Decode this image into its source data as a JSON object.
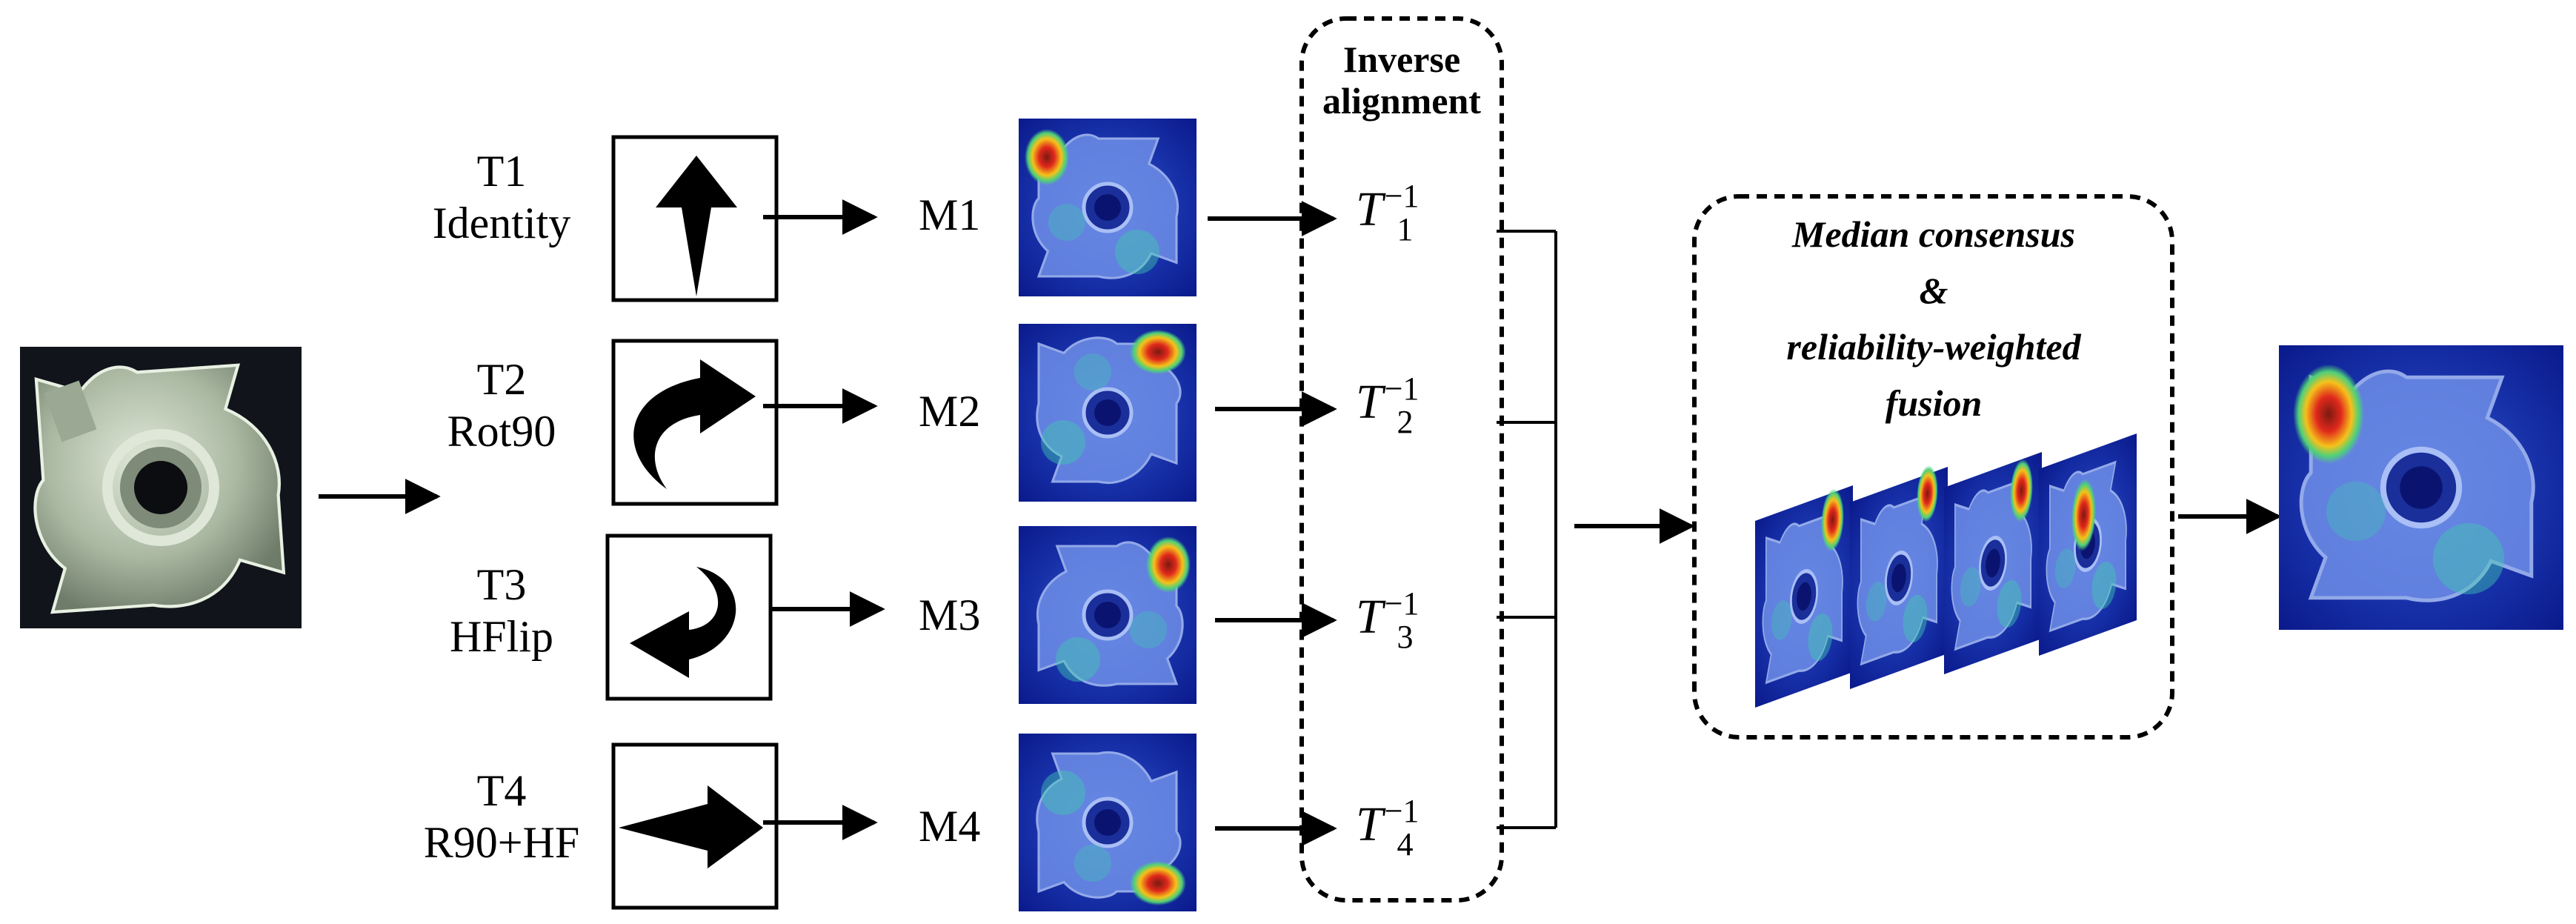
{
  "transforms": [
    {
      "id": "T1",
      "name": "Identity",
      "map": "M1",
      "inverse": "T",
      "index": "1",
      "power": "−1"
    },
    {
      "id": "T2",
      "name": "Rot90",
      "map": "M2",
      "inverse": "T",
      "index": "2",
      "power": "−1"
    },
    {
      "id": "T3",
      "name": "HFlip",
      "map": "M3",
      "inverse": "T",
      "index": "3",
      "power": "−1"
    },
    {
      "id": "T4",
      "name": "R90+HF",
      "map": "M4",
      "inverse": "T",
      "index": "4",
      "power": "−1"
    }
  ],
  "alignment": {
    "title_line1": "Inverse",
    "title_line2": "alignment"
  },
  "fusion": {
    "line1": "Median consensus",
    "line2": "&",
    "line3": "reliability-weighted",
    "line4": "fusion"
  },
  "colors": {
    "stroke": "#000000",
    "heat_low": "#0a1a8c",
    "heat_mid": "#1f7bd6",
    "heat_hot": "#e0281c",
    "input_bg": "#11141a",
    "part_metal": "#b9c6b3"
  },
  "icons": [
    "input-part-photo",
    "up-arrow-icon",
    "curved-right-arrow-icon",
    "curved-left-arrow-icon",
    "right-arrow-icon",
    "heatmap-icon"
  ]
}
